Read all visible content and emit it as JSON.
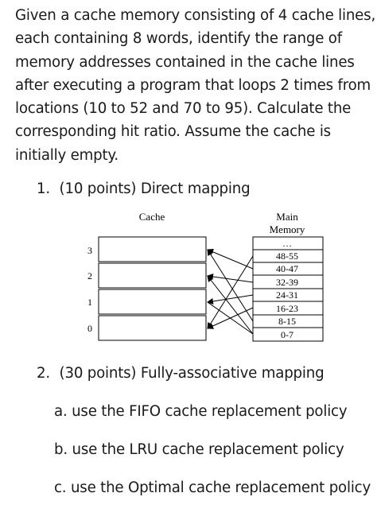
{
  "question": {
    "lines": [
      "Given a cache memory consisting of 4 cache lines,",
      "each containing 8 words, identify the range of",
      "memory addresses contained in the cache lines",
      "after executing a program that loops 2 times from",
      "locations (10 to 52 and 70 to 95). Calculate the",
      "corresponding hit ratio. Assume the cache is",
      "initially empty."
    ]
  },
  "part1": {
    "label": "1.",
    "text": "(10 points) Direct mapping"
  },
  "diagram": {
    "cache_title": "Cache",
    "cache_line_numbers": [
      "3",
      "2",
      "1",
      "0"
    ],
    "memory_title_line1": "Main",
    "memory_title_line2": "Memory",
    "memory_blocks": [
      "…",
      "48-55",
      "40-47",
      "32-39",
      "24-31",
      "16-23",
      "8-15",
      "0-7"
    ]
  },
  "part2": {
    "label": "2.",
    "text": "(30 points) Fully-associative mapping",
    "subitems": [
      "a. use the FIFO cache replacement policy",
      "b. use the LRU cache replacement policy",
      "c. use the Optimal cache replacement policy"
    ]
  }
}
